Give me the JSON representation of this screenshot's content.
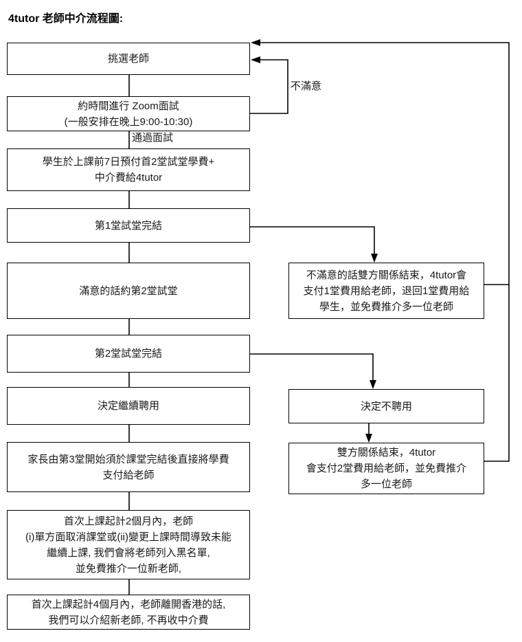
{
  "page": {
    "background_color": "#ffffff",
    "line_color": "#000000",
    "text_color": "#1a1a1a"
  },
  "title": "4tutor 老師中介流程圖:",
  "flowchart": {
    "main_path": {
      "pick_teacher": "挑選老師",
      "zoom_interview": "約時間進行 Zoom面試\n(一般安排在晚上9:00-10:30)",
      "prepay_fee": "學生於上課前7日預付首2堂試堂學費+\n中介費給4tutor",
      "trial1_done": "第1堂試堂完結",
      "book_trial2": "滿意的話約第2堂試堂",
      "trial2_done": "第2堂試堂完結",
      "decide_hire": "決定繼續聘用",
      "pay_direct": "家長由第3堂開始須於課堂完結後直接將學費\n支付給老師",
      "blacklist_policy": "首次上課起計2個月內，老師\n(i)單方面取消課堂或(ii)變更上課時間導致未能\n繼續上課, 我們會將老師列入黑名單,\n並免費推介一位新老師,",
      "leave_hk_policy": "首次上課起計4個月內，老師離開香港的話,\n我們可以介紹新老師, 不再收中介費"
    },
    "branch_path": {
      "trial1_unsatisfied": "不滿意的話雙方關係結束，4tutor會\n支付1堂費用給老師，退回1堂費用給\n學生，並免費推介多一位老師",
      "decide_not_hire": "決定不聘用",
      "relationship_end": "雙方關係結束，4tutor\n會支付2堂費用給老師，並免費推介\n多一位老師"
    },
    "edge_labels": {
      "pass_interview": "通過面試",
      "not_satisfied": "不滿意"
    }
  }
}
